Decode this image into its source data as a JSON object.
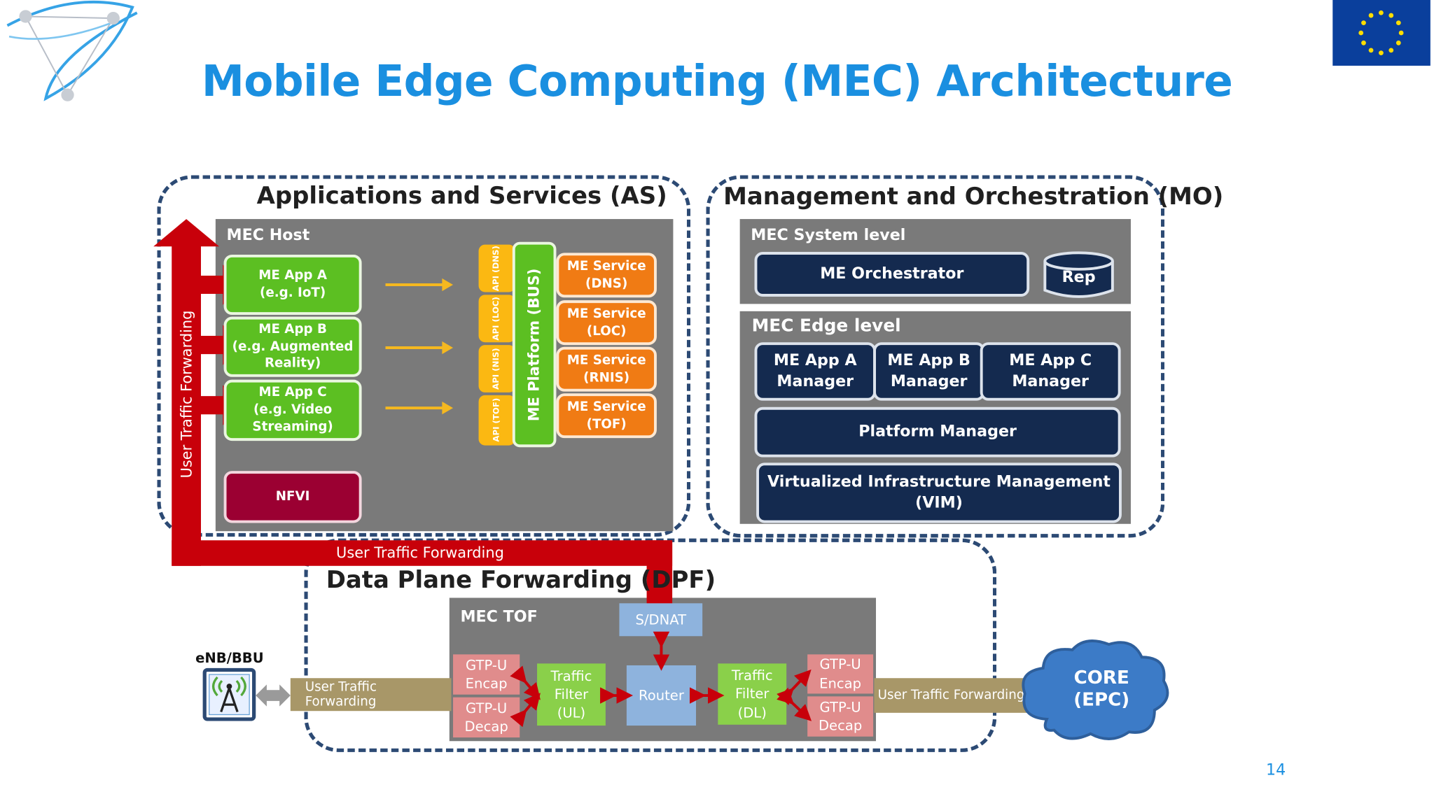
{
  "slide": {
    "title": "Mobile Edge Computing (MEC) Architecture",
    "page_number": "14"
  },
  "as": {
    "title": "Applications and Services (AS)",
    "host_label": "MEC Host",
    "apps": [
      {
        "name": "ME App A",
        "sub": "(e.g. IoT)"
      },
      {
        "name": "ME App B",
        "sub": "(e.g. Augmented Reality)"
      },
      {
        "name": "ME App C",
        "sub": "(e.g. Video Streaming)"
      }
    ],
    "nfvi": "NFVI",
    "apis": [
      "API (DNS)",
      "API (LOC)",
      "API (NIS)",
      "API (TOF)"
    ],
    "platform": "ME Platform (BUS)",
    "services": [
      {
        "name": "ME Service",
        "sub": "(DNS)"
      },
      {
        "name": "ME Service",
        "sub": "(LOC)"
      },
      {
        "name": "ME Service",
        "sub": "(RNIS)"
      },
      {
        "name": "ME Service",
        "sub": "(TOF)"
      }
    ],
    "vertical_forwarding": "User Traffic Forwarding",
    "horizontal_forwarding": "User Traffic Forwarding"
  },
  "mo": {
    "title": "Management and Orchestration (MO)",
    "system_level": "MEC System level",
    "orchestrator": "ME Orchestrator",
    "rep": "Rep",
    "edge_level": "MEC Edge level",
    "managers": [
      {
        "name": "ME App A",
        "sub": "Manager"
      },
      {
        "name": "ME App B",
        "sub": "Manager"
      },
      {
        "name": "ME App C",
        "sub": "Manager"
      }
    ],
    "platform_manager": "Platform Manager",
    "vim": "Virtualized Infrastructure Management",
    "vim_sub": "(VIM)"
  },
  "dpf": {
    "title": "Data Plane Forwarding (DPF)",
    "tof_label": "MEC TOF",
    "snat": "S/DNAT",
    "gtp_left_encap": {
      "a": "GTP-U",
      "b": "Encap"
    },
    "gtp_left_decap": {
      "a": "GTP-U",
      "b": "Decap"
    },
    "filter_ul": {
      "a": "Traffic",
      "b": "Filter",
      "c": "(UL)"
    },
    "router": "Router",
    "filter_dl": {
      "a": "Traffic",
      "b": "Filter",
      "c": "(DL)"
    },
    "gtp_right_encap": {
      "a": "GTP-U",
      "b": "Encap"
    },
    "gtp_right_decap": {
      "a": "GTP-U",
      "b": "Decap"
    },
    "left_forwarding": "User Traffic Forwarding",
    "right_forwarding": "User Traffic Forwarding",
    "enb": "eNB/BBU",
    "core": "CORE",
    "core_sub": "(EPC)"
  },
  "colors": {
    "title_blue": "#1a8fe0",
    "dash_navy": "#2c4a74",
    "app_green": "#5cbf22",
    "service_orange": "#f07b14",
    "api_yellow": "#fbb812",
    "forward_red": "#c8000a",
    "navy_box": "#142a4f",
    "cloud_blue": "#3c7bc7"
  },
  "icons": [
    "logo-triangle",
    "eu-flag-icon",
    "antenna-icon",
    "database-icon",
    "cloud-shape"
  ]
}
